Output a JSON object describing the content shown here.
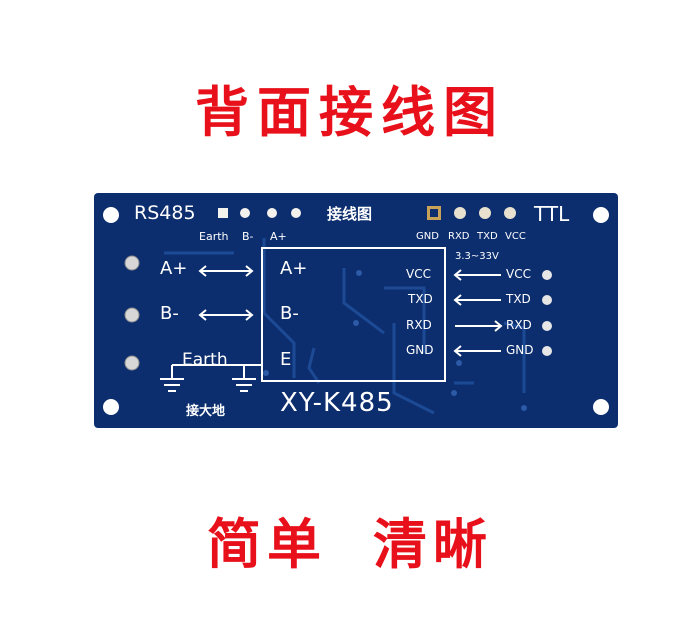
{
  "title": "背面接线图",
  "subtitle": {
    "left": "简单",
    "right": "清晰"
  },
  "board": {
    "rs485_label": "RS485",
    "ttl_label": "TTL",
    "wiring_label": "接线图",
    "rs485_pins": [
      "Earth",
      "B-",
      "A+"
    ],
    "ttl_pins": [
      "GND",
      "RXD",
      "TXD",
      "VCC"
    ],
    "voltage": "3.3~33V",
    "left_terminals": [
      "A+",
      "B-",
      "Earth"
    ],
    "module_left": [
      "A+",
      "B-",
      "E"
    ],
    "module_right": [
      "VCC",
      "TXD",
      "RXD",
      "GND"
    ],
    "right_pins": [
      "VCC",
      "TXD",
      "RXD",
      "GND"
    ],
    "ground_label": "接大地",
    "model": "XY-K485",
    "colors": {
      "board": "#0c2e6e",
      "silkscreen": "#ffffff",
      "headline": "#e8101a"
    }
  }
}
